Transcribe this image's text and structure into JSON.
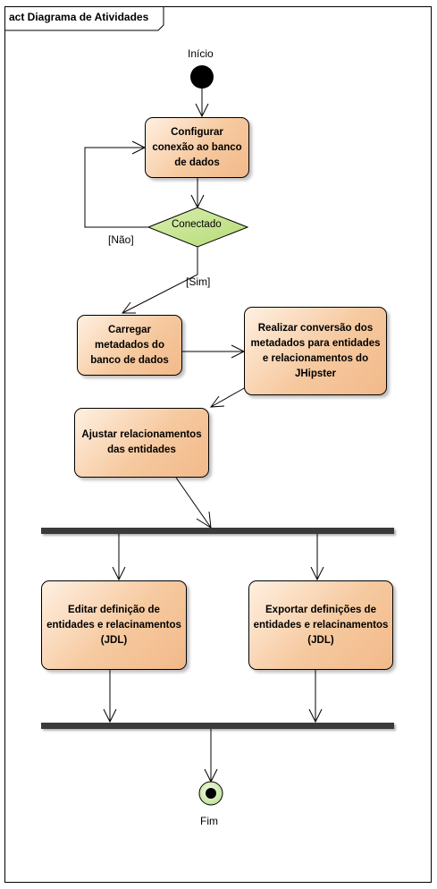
{
  "diagram": {
    "title": "act Diagrama de Atividades"
  },
  "nodes": {
    "start_label": "Início",
    "end_label": "Fim",
    "configure": "Configurar conexão ao banco de dados",
    "decision": "Conectado",
    "load_metadata": "Carregar metadados do banco de dados",
    "convert": "Realizar conversão dos metadados para entidades e relacionamentos do JHipster",
    "adjust": "Ajustar relacionamentos das entidades",
    "edit": "Editar definição de entidades e relacinamentos (JDL)",
    "export": "Exportar definições de entidades e relacinamentos (JDL)"
  },
  "guards": {
    "no": "[Não]",
    "yes": "[Sim]"
  },
  "colors": {
    "action_fill": "#f6c99f",
    "decision_fill": "#c5e38d",
    "start_fill": "#000000",
    "end_ring": "#d5ecb3",
    "bar": "#3a3a3a"
  }
}
